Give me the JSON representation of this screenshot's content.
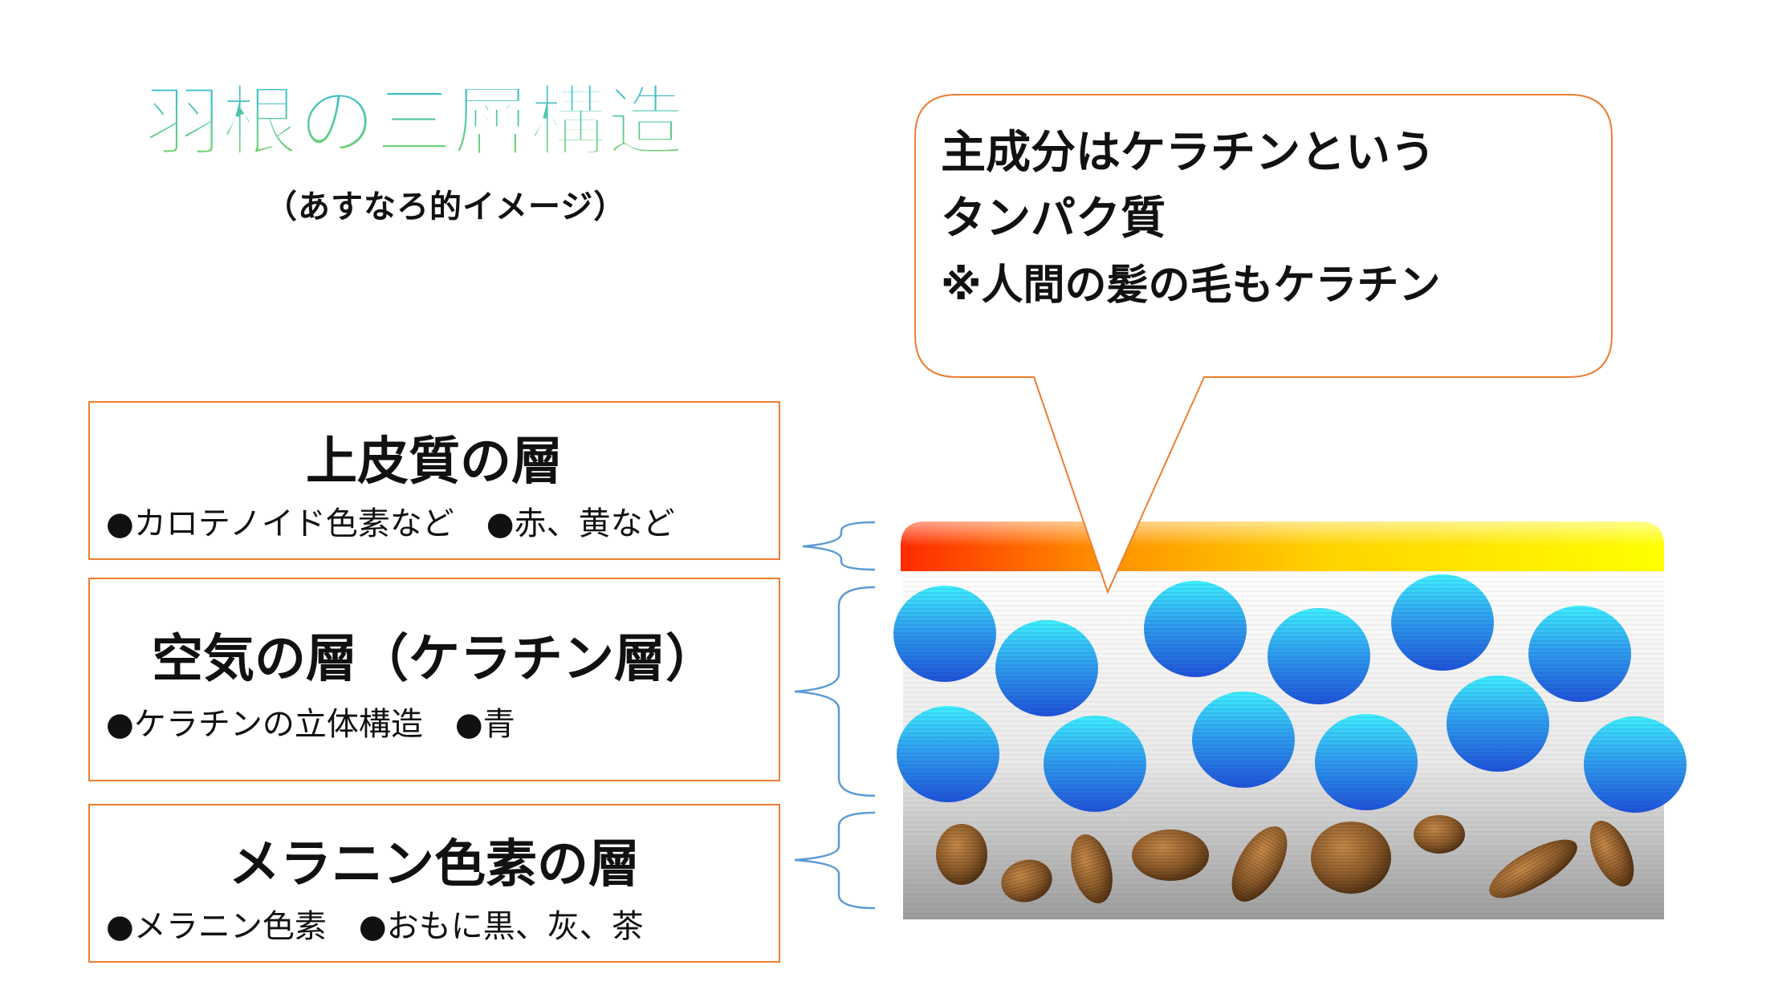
{
  "title": "羽根の三層構造",
  "subtitle": "（あすなろ的イメージ）",
  "layers": [
    {
      "title": "上皮質の層",
      "desc": "●カロテノイド色素など　●赤、黄など"
    },
    {
      "title": "空気の層（ケラチン層）",
      "desc": "●ケラチンの立体構造　●青"
    },
    {
      "title": "メラニン色素の層",
      "desc": "●メラニン色素　●おもに黒、灰、茶"
    }
  ],
  "callout": {
    "line1": "主成分はケラチンという",
    "line2": "タンパク質",
    "note": "※人間の髪の毛もケラチン"
  },
  "colors": {
    "title_fill_top": "#2db7e8",
    "title_fill_bottom": "#7ed957",
    "box_border": "#ed7d31",
    "bracket": "#5b9bd5",
    "epidermis_top": "#ff2a00",
    "epidermis_bottom": "#ffff00",
    "air_sphere": "#2f7fe0",
    "melanin": "#8a5a2a"
  }
}
